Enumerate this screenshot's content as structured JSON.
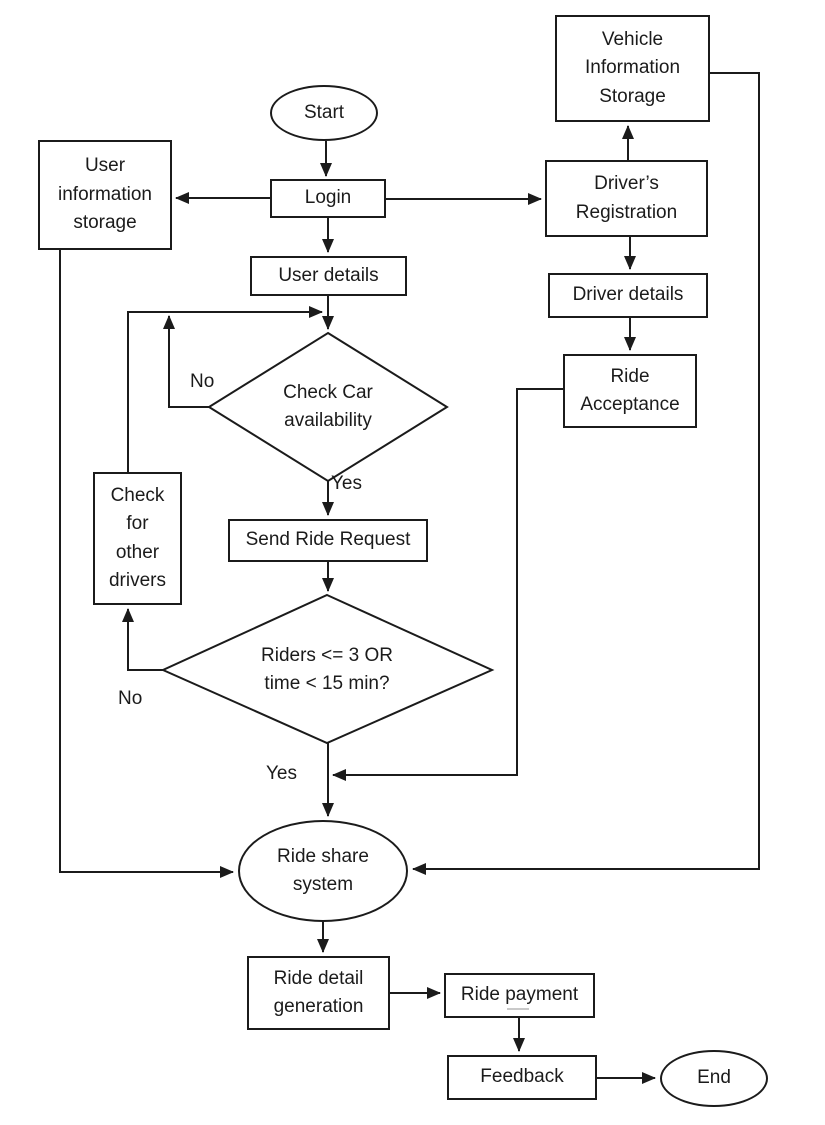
{
  "diagram": {
    "type": "flowchart",
    "title": "Ride share system flowchart",
    "colors": {
      "background": "#ffffff",
      "stroke": "#1b1b1b",
      "text": "#1b1b1b"
    }
  },
  "nodes": {
    "start": {
      "shape": "ellipse",
      "label": "Start"
    },
    "user_info_storage": {
      "shape": "rect",
      "label": "User\ninformation\nstorage"
    },
    "login": {
      "shape": "rect",
      "label": "Login"
    },
    "vehicle_info_storage": {
      "shape": "rect",
      "label": "Vehicle\nInformation\nStorage"
    },
    "drivers_registration": {
      "shape": "rect",
      "label": "Driver’s\nRegistration"
    },
    "user_details": {
      "shape": "rect",
      "label": "User details"
    },
    "driver_details": {
      "shape": "rect",
      "label": "Driver details"
    },
    "check_car_availability": {
      "shape": "diamond",
      "label": "Check Car\navailability"
    },
    "ride_acceptance": {
      "shape": "rect",
      "label": "Ride\nAcceptance"
    },
    "check_other_drivers": {
      "shape": "rect",
      "label": "Check\nfor\nother\ndrivers"
    },
    "send_ride_request": {
      "shape": "rect",
      "label": "Send Ride Request"
    },
    "riders_condition": {
      "shape": "diamond",
      "label": "Riders <= 3 OR\ntime < 15 min?"
    },
    "ride_share_system": {
      "shape": "ellipse",
      "label": "Ride share\nsystem"
    },
    "ride_detail_generation": {
      "shape": "rect",
      "label": "Ride detail\ngeneration"
    },
    "ride_payment": {
      "shape": "rect",
      "label": "Ride payment"
    },
    "feedback": {
      "shape": "rect",
      "label": "Feedback"
    },
    "end": {
      "shape": "ellipse",
      "label": "End"
    }
  },
  "edge_labels": {
    "check_car_no": "No",
    "check_car_yes": "Yes",
    "riders_no": "No",
    "riders_yes": "Yes"
  }
}
